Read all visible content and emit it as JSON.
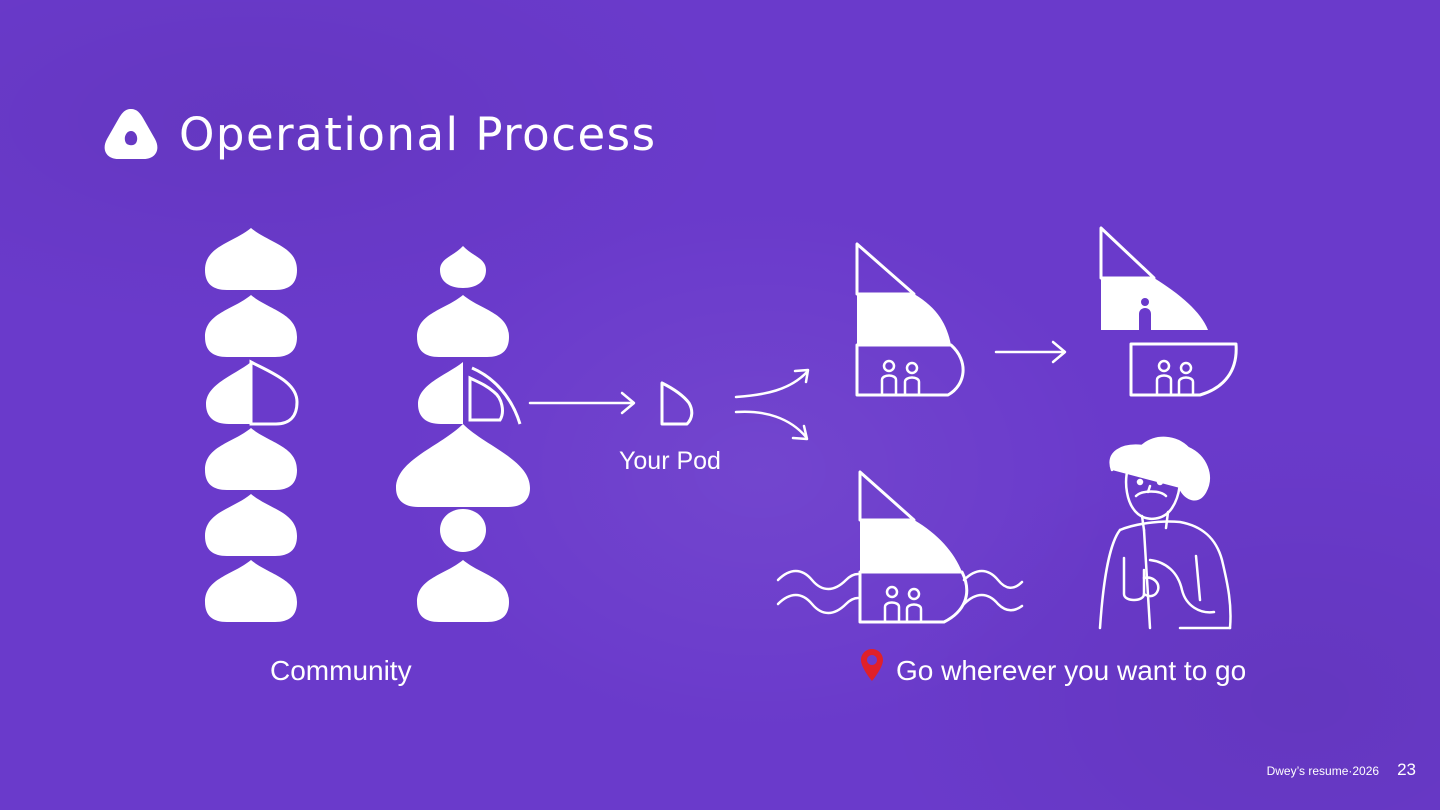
{
  "slide": {
    "title": "Operational Process",
    "labels": {
      "community": "Community",
      "your_pod": "Your Pod",
      "go_wherever": "Go wherever you want to go"
    },
    "footer": {
      "text": "Dwey’s resume·2026",
      "page_number": "23"
    }
  },
  "colors": {
    "background": "#6a3acb",
    "foreground": "#ffffff",
    "pin": "#e0202a"
  },
  "icons": [
    "logo-icon",
    "pod-stack-icon",
    "arrow-icon",
    "pod-icon",
    "sail-pod-icon",
    "waves-icon",
    "traveler-icon",
    "location-pin-icon"
  ]
}
